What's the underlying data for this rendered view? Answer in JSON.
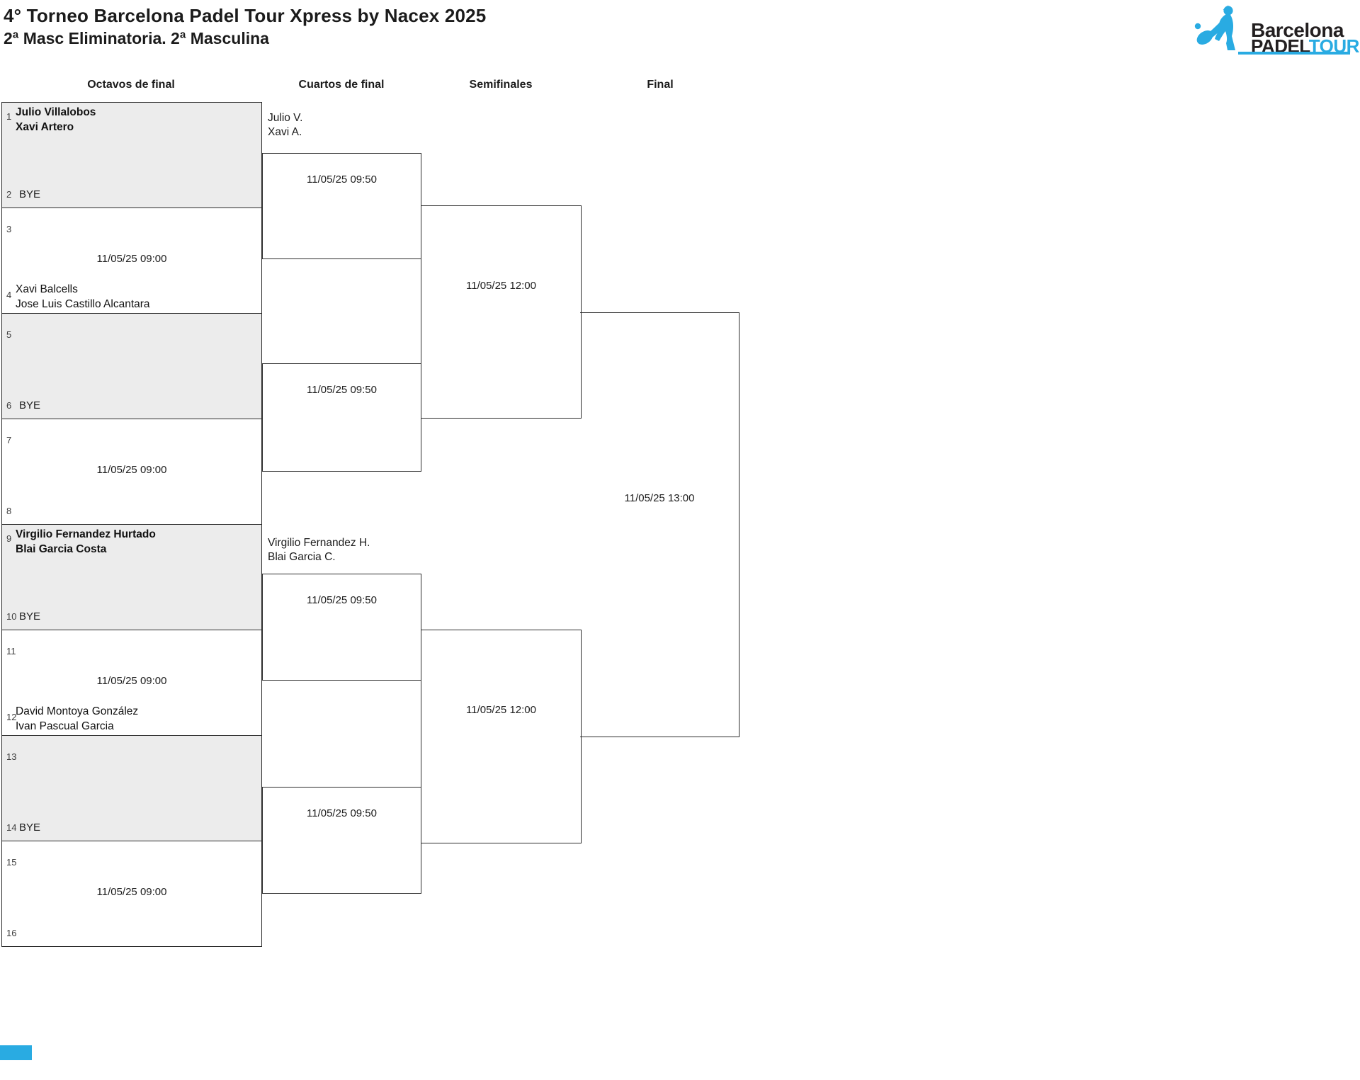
{
  "header": {
    "title_line1": "4° Torneo Barcelona Padel Tour Xpress by Nacex 2025",
    "title_line2": "2ª Masc Eliminatoria. 2ª Masculina"
  },
  "logo": {
    "word1": "Barcelona",
    "word2": "PADEL",
    "word3": "TOUR",
    "icon": "padel-player-icon",
    "accent_blue": "#29abe2",
    "dark": "#231f20"
  },
  "rounds": [
    {
      "label": "Octavos de final"
    },
    {
      "label": "Cuartos de final"
    },
    {
      "label": "Semifinales"
    },
    {
      "label": "Final"
    }
  ],
  "colors": {
    "bye_fill": "#ececec",
    "line": "#2d2d2d",
    "accent_blue": "#29abe2"
  },
  "octavos": {
    "matches": [
      {
        "seed_top": "1",
        "seed_bottom": "2",
        "top_line1": "Julio Villalobos",
        "top_line2": "Xavi Artero",
        "bottom_label": "BYE",
        "date": ""
      },
      {
        "seed_top": "3",
        "seed_bottom": "4",
        "bottom_line1": "Xavi Balcells",
        "bottom_line2": "Jose Luis Castillo Alcantara",
        "date": "11/05/25 09:00"
      },
      {
        "seed_top": "5",
        "seed_bottom": "6",
        "bottom_label": "BYE",
        "date": ""
      },
      {
        "seed_top": "7",
        "seed_bottom": "8",
        "date": "11/05/25 09:00"
      },
      {
        "seed_top": "9",
        "seed_bottom": "10",
        "top_line1": "Virgilio Fernandez Hurtado",
        "top_line2": "Blai Garcia Costa",
        "bottom_label": "BYE",
        "date": ""
      },
      {
        "seed_top": "11",
        "seed_bottom": "12",
        "bottom_line1": "David Montoya González",
        "bottom_line2": "Ivan Pascual Garcia",
        "date": "11/05/25 09:00"
      },
      {
        "seed_top": "13",
        "seed_bottom": "14",
        "bottom_label": "BYE",
        "date": ""
      },
      {
        "seed_top": "15",
        "seed_bottom": "16",
        "date": "11/05/25 09:00"
      }
    ]
  },
  "cuartos": {
    "matches": [
      {
        "date": "11/05/25 09:50",
        "winner_line1": "Julio V.",
        "winner_line2": "Xavi A."
      },
      {
        "date": "11/05/25 09:50"
      },
      {
        "date": "11/05/25 09:50",
        "winner_line1": "Virgilio Fernandez H.",
        "winner_line2": "Blai Garcia C."
      },
      {
        "date": "11/05/25 09:50"
      }
    ]
  },
  "semifinales": {
    "matches": [
      {
        "date": "11/05/25 12:00"
      },
      {
        "date": "11/05/25 12:00"
      }
    ]
  },
  "final": {
    "date": "11/05/25 13:00"
  }
}
